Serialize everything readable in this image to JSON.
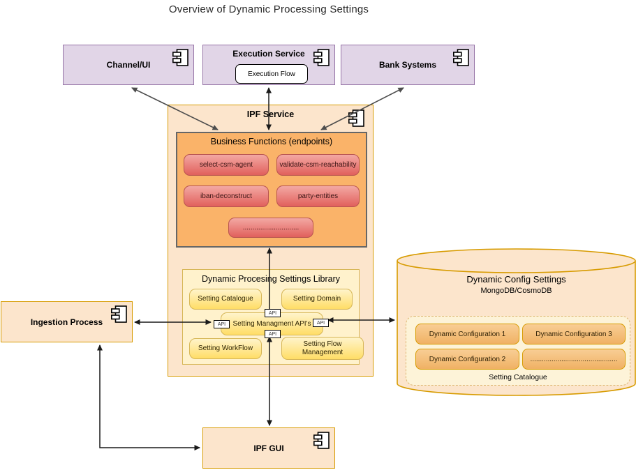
{
  "title": "Overview of Dynamic Processing Settings",
  "nodes": {
    "channel_ui": "Channel/UI",
    "execution_service": "Execution Service",
    "execution_flow": "Execution Flow",
    "bank_systems": "Bank Systems",
    "ipf_service": "IPF Service",
    "ingestion_process": "Ingestion Process",
    "ipf_gui": "IPF GUI"
  },
  "business_functions": {
    "title": "Business Functions (endpoints)",
    "endpoints": [
      "select-csm-agent",
      "validate-csm-reachability",
      "iban-deconstruct",
      "party-entities",
      "............................."
    ]
  },
  "library": {
    "title": "Dynamic Procesing Settings Library",
    "api_label": "API",
    "items": [
      "Setting Catalogue",
      "Setting Domain",
      "Setting Managment API's",
      "Setting WorkFlow",
      "Setting Flow Management"
    ]
  },
  "database": {
    "title": "Dynamic Config Settings",
    "subtitle": "MongoDB/CosmoDB",
    "group_label": "Setting Catalogue",
    "configs": [
      "Dynamic Configuration 1",
      "Dynamic Configuration 3",
      "Dynamic Configuration 2",
      "............................................."
    ]
  },
  "icons": {
    "component_icon": "uml-component-icon"
  },
  "colors": {
    "purple_fill": "#e1d5e7",
    "purple_stroke": "#9673a6",
    "orange_fill": "#fce5cc",
    "orange_stroke": "#d79b00",
    "business_fill": "#fab369",
    "business_stroke": "#666666",
    "red_stroke": "#b85450",
    "yellow_fill": "#fff2cc",
    "yellow_stroke": "#d6b656",
    "edge_gray": "#4d4d4d",
    "edge_black": "#1a1a1a"
  }
}
